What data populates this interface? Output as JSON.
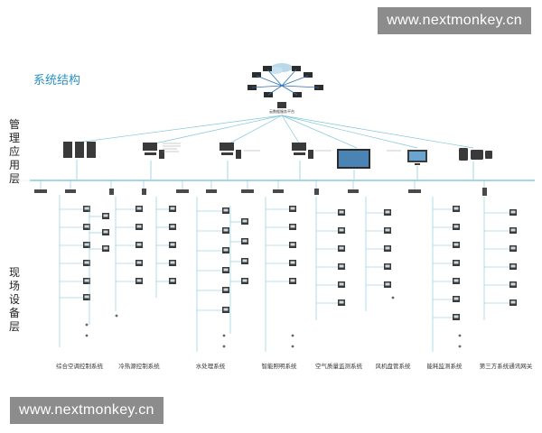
{
  "watermark": "www.nextmonkey.cn",
  "title": "系统结构",
  "layers": {
    "management": "管理应用层",
    "field": "现场设备层"
  },
  "cloud_label": "云数据服务平台",
  "systems": [
    "综合空调控制系统",
    "冷热源控制系统",
    "水处理系统",
    "智能照明系统",
    "空气质量监测系统",
    "风机盘管系统",
    "能耗监测系统",
    "第三方系统通讯网关"
  ],
  "colors": {
    "title": "#2a8fc4",
    "line": "#7fc6d8",
    "bus": "#a7d7e6",
    "device": "#3a3a3a",
    "watermark_bg": "#8c8c8c"
  }
}
